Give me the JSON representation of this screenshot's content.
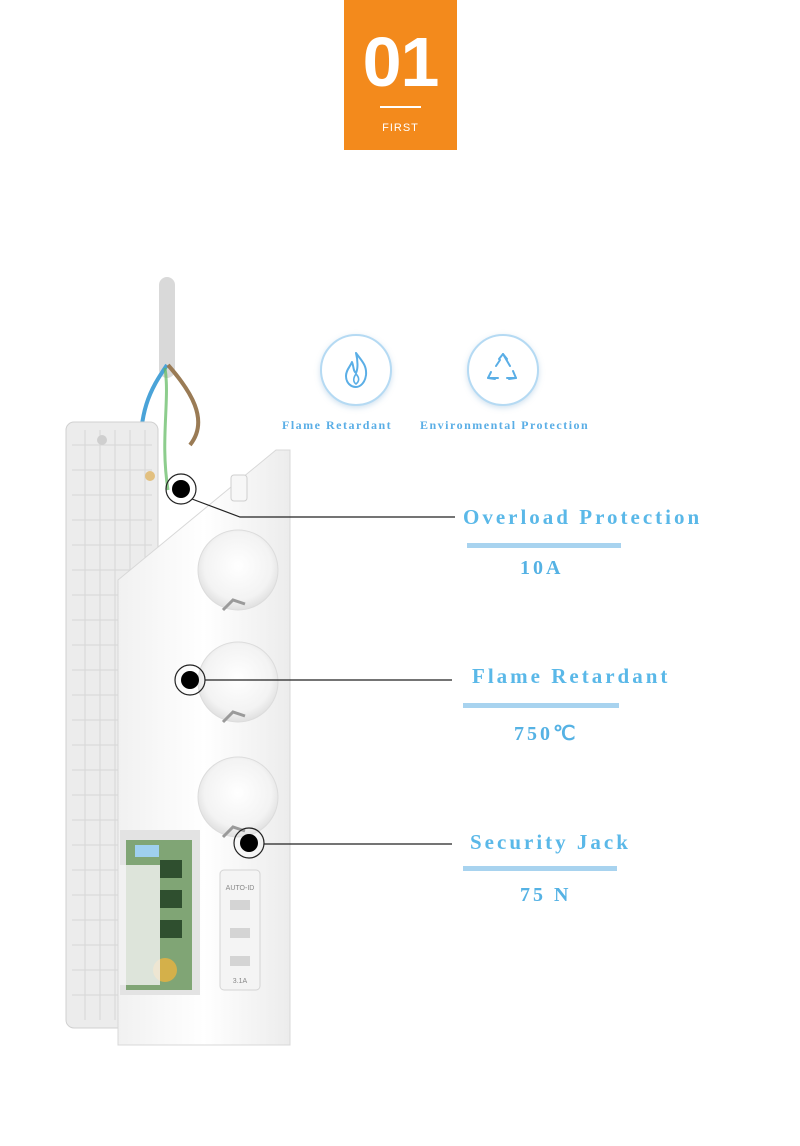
{
  "badge": {
    "number": "01",
    "label": "FIRST",
    "color": "#f38a1c"
  },
  "certifications": [
    {
      "label": "Flame Retardant",
      "icon": "flame-icon"
    },
    {
      "label": "Environmental Protection",
      "icon": "recycle-icon"
    }
  ],
  "features": [
    {
      "title": "Overload Protection",
      "value": "10A"
    },
    {
      "title": "Flame Retardant",
      "value": "750℃"
    },
    {
      "title": "Security Jack",
      "value": "75 N"
    }
  ],
  "product": {
    "name": "power-strip-cutaway",
    "switch_label": "AUTO-ID",
    "usb_rating": "3.1A"
  },
  "colors": {
    "accent_blue": "#5ab8e8",
    "bar_blue": "#a8d3ef"
  }
}
